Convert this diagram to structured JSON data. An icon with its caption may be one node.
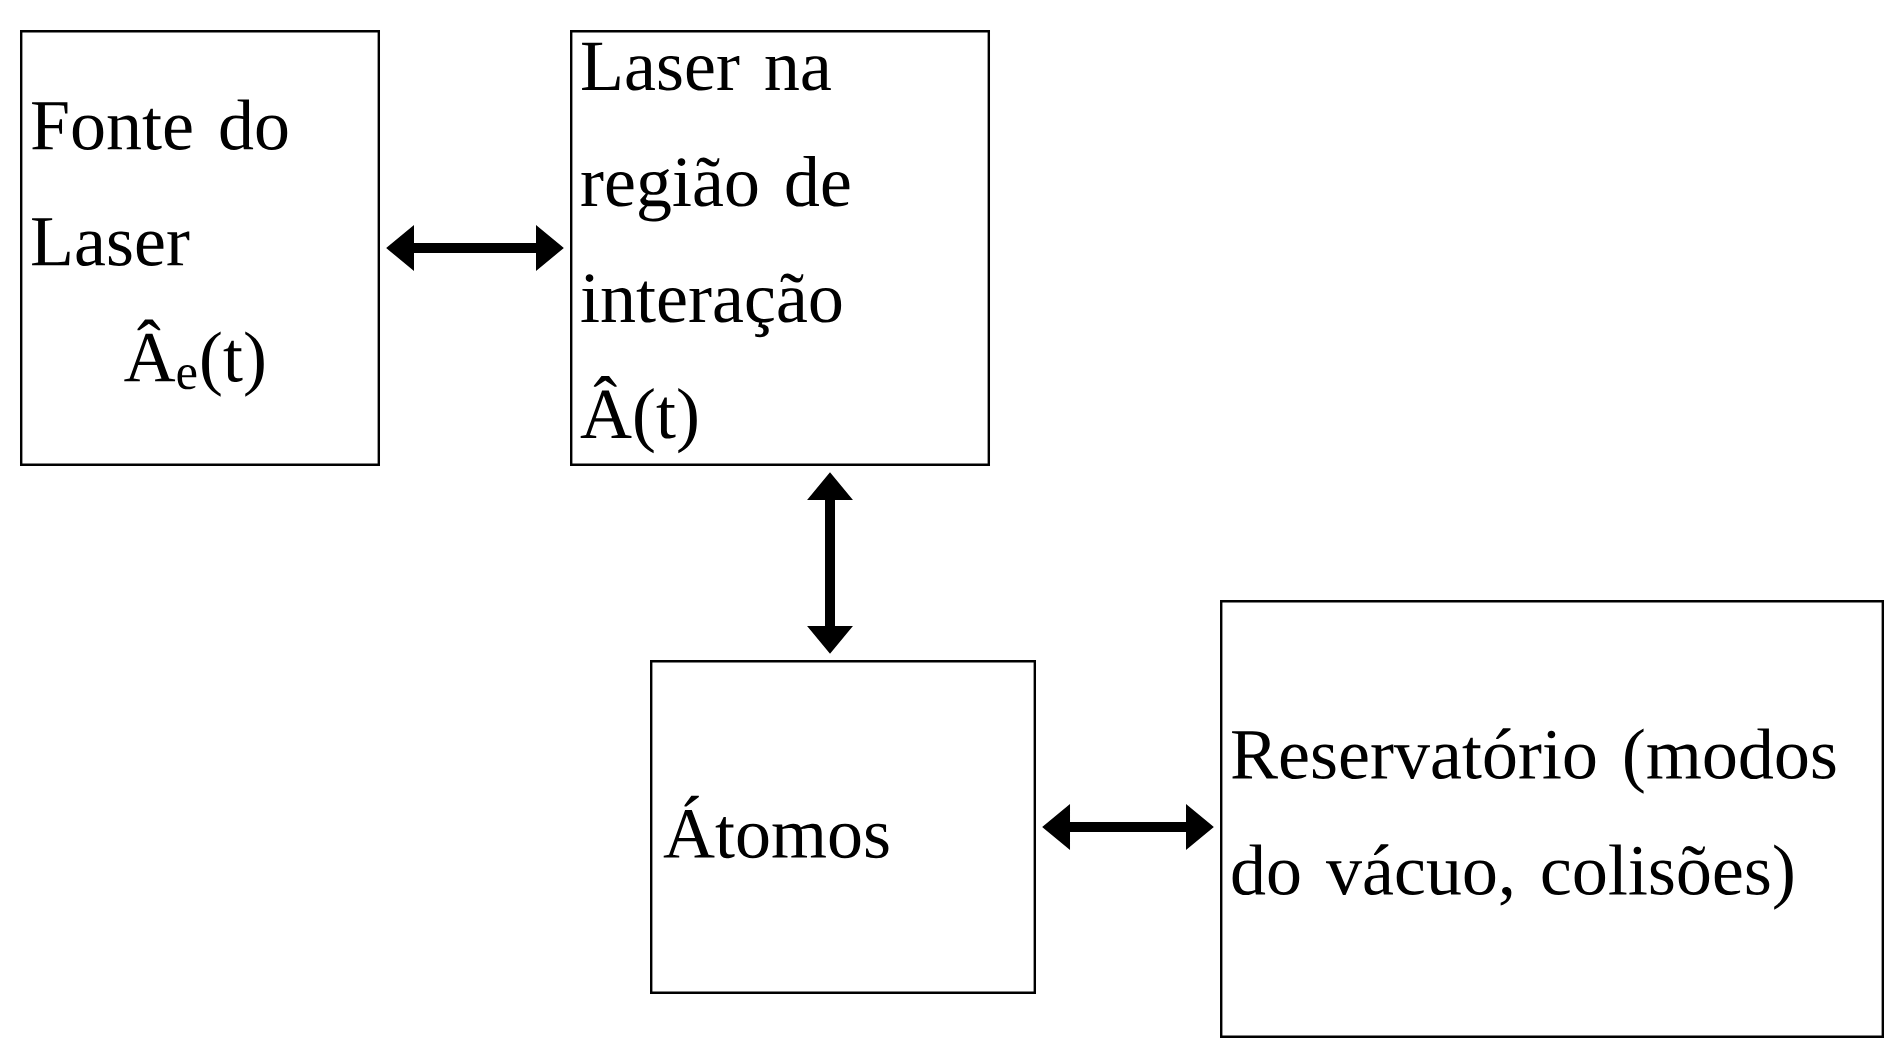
{
  "diagram": {
    "nodes": [
      {
        "text": [
          "Fonte do Laser",
          "Â$_{e}$(t)"
        ]
      },
      {
        "text": [
          "Laser na região de interação  Â(t)"
        ]
      },
      {
        "text": [
          "Átomos"
        ]
      },
      {
        "text": [
          "Reservatório (modos do vácuo, colisões)"
        ]
      }
    ],
    "edges": [
      {
        "from": 0,
        "to": 1,
        "arrow": "both"
      },
      {
        "from": 1,
        "to": 2,
        "arrow": "both"
      },
      {
        "from": 2,
        "to": 3,
        "arrow": "both"
      }
    ]
  }
}
